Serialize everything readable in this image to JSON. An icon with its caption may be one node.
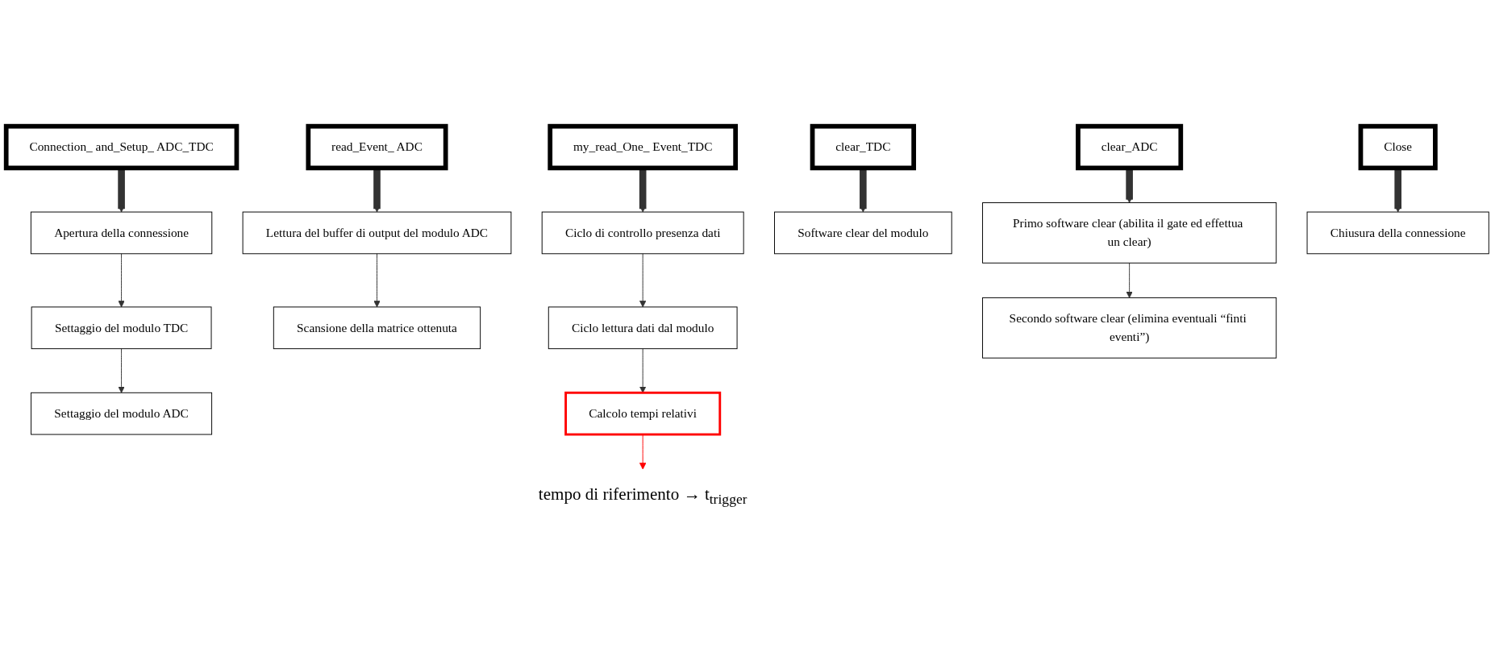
{
  "diagram": {
    "nodes": [
      {
        "text": [
          "Connection_ and_Setup_ ADC_TDC"
        ]
      },
      {
        "text": [
          "Apertura della connessione"
        ]
      },
      {
        "text": [
          "Settaggio del modulo TDC"
        ]
      },
      {
        "text": [
          "Settaggio del modulo ADC"
        ]
      },
      {
        "text": [
          "read_Event_ ADC"
        ]
      },
      {
        "text": [
          "Lettura del buffer di output del modulo ADC"
        ]
      },
      {
        "text": [
          "Scansione della matrice ottenuta"
        ]
      },
      {
        "text": [
          "my_read_One_ Event_TDC"
        ]
      },
      {
        "text": [
          "Ciclo di controllo presenza dati"
        ]
      },
      {
        "text": [
          "Ciclo lettura dati dal modulo"
        ]
      },
      {
        "text": [
          "Calcolo tempi relativi"
        ]
      },
      {
        "text": [
          "clear_TDC"
        ]
      },
      {
        "text": [
          "Software clear del modulo"
        ]
      },
      {
        "text": [
          "clear_ADC"
        ]
      },
      {
        "text": [
          "Primo software clear (abilita il gate ed effettua un clear)"
        ]
      },
      {
        "text": [
          "Secondo software clear (elimina eventuali “finti eventi”)"
        ]
      },
      {
        "text": [
          "Close"
        ]
      },
      {
        "text": [
          "Chiusura della connessione"
        ]
      },
      {
        "text": [
          "tempo di riferimento → t$_{trigger}$"
        ]
      }
    ],
    "edges": [
      {
        "from": 0,
        "to": 1,
        "arrow": "to",
        "style": "thick"
      },
      {
        "from": 1,
        "to": 2,
        "arrow": "to"
      },
      {
        "from": 2,
        "to": 3,
        "arrow": "to"
      },
      {
        "from": 4,
        "to": 5,
        "arrow": "to",
        "style": "thick"
      },
      {
        "from": 5,
        "to": 6,
        "arrow": "to"
      },
      {
        "from": 7,
        "to": 8,
        "arrow": "to",
        "style": "thick"
      },
      {
        "from": 8,
        "to": 9,
        "arrow": "to"
      },
      {
        "from": 9,
        "to": 10,
        "arrow": "to"
      },
      {
        "from": 11,
        "to": 12,
        "arrow": "to",
        "style": "thick"
      },
      {
        "from": 13,
        "to": 14,
        "arrow": "to",
        "style": "thick"
      },
      {
        "from": 14,
        "to": 15,
        "arrow": "to"
      },
      {
        "from": 16,
        "to": 17,
        "arrow": "to",
        "style": "thick"
      },
      {
        "from": 10,
        "to": 18,
        "arrow": "to",
        "color": "#ff0000"
      }
    ]
  }
}
